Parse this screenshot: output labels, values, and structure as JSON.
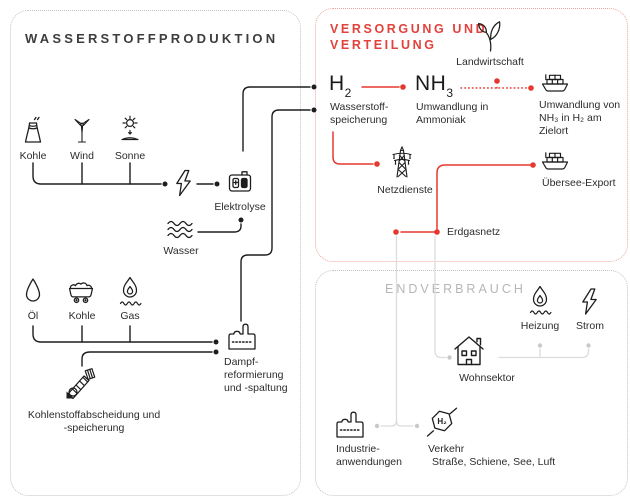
{
  "colors": {
    "accent_red": "#E5382E",
    "ink_black": "#1D1D1D",
    "line_gray": "#DCDCDC",
    "muted_gray": "#B6B6B6"
  },
  "production": {
    "title": "WASSERSTOFFPRODUKTION",
    "kohle_label": "Kohle",
    "wind_label": "Wind",
    "sonne_label": "Sonne",
    "elektrolyse_label": "Elektrolyse",
    "wasser_label": "Wasser",
    "oel_label": "Öl",
    "kohle2_label": "Kohle",
    "gas_label": "Gas",
    "reforming_lines": [
      "Dampf-",
      "reformierung",
      "und -spaltung"
    ],
    "ccs_lines": [
      "Kohlenstoffabscheidung und",
      "-speicherung"
    ]
  },
  "distribution": {
    "title_lines": [
      "VERSORGUNG UND",
      "VERTEILUNG"
    ],
    "h2": {
      "base": "H",
      "sub": "2"
    },
    "h2_label_lines": [
      "Wasserstoff-",
      "speicherung"
    ],
    "nh3": {
      "base": "NH",
      "sub": "3"
    },
    "nh3_label_lines": [
      "Umwandlung in",
      "Ammoniak"
    ],
    "landwirtschaft_label": "Landwirtschaft",
    "conversion_label_lines": [
      "Umwandlung von",
      "NH₃ in H₂ am",
      "Zielort"
    ],
    "netzdienste_label": "Netzdienste",
    "uebersee_label": "Übersee-Export",
    "erdgasnetz_label": "Erdgasnetz"
  },
  "enduse": {
    "title": "ENDVERBRAUCH",
    "heizung_label": "Heizung",
    "strom_label": "Strom",
    "wohnsektor_label": "Wohnsektor",
    "industrie_lines": [
      "Industrie-",
      "anwendungen"
    ],
    "verkehr_label": "Verkehr",
    "verkehr_modes": "Straße, Schiene, See, Luft",
    "verkehr_icon_text": "H₂"
  }
}
